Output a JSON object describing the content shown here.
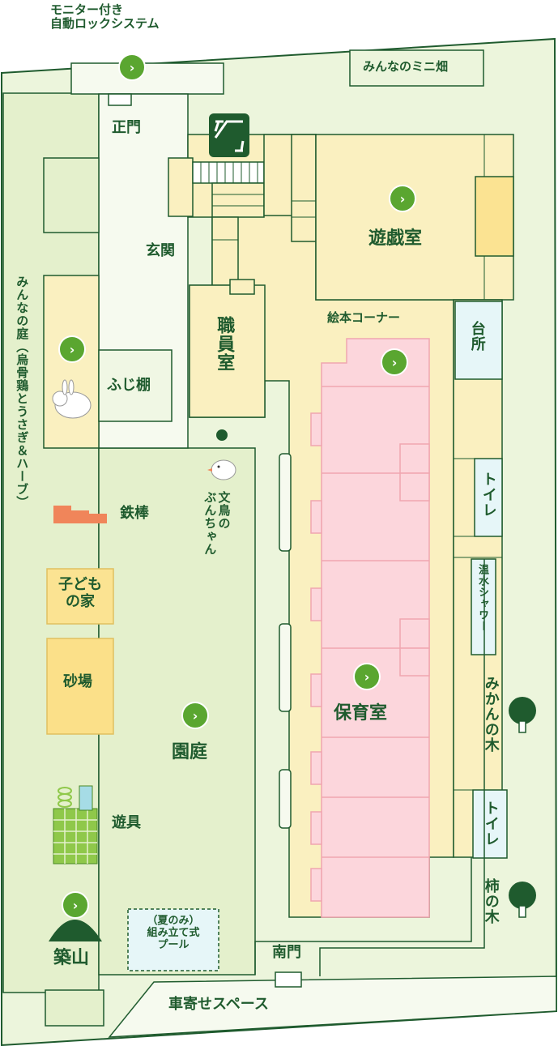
{
  "labels": {
    "autolock": "モニター付き\n自動ロックシステム",
    "seimon": "正門",
    "genkan": "玄関",
    "minna_hatake": "みんなのミニ畑",
    "yugishitsu": "遊戯室",
    "ehon_corner": "絵本コーナー",
    "daidokoro": "台所",
    "shokuinshitsu": "職員室",
    "minna_niwa": "みんなの庭（烏骨鶏とうさぎ＆ハーブ）",
    "fuji_dana": "ふじ棚",
    "buncho": "文鳥の\nぶんちゃん",
    "tetsubou": "鉄棒",
    "toilet1": "トイレ",
    "onsui_shower": "温水シャワー",
    "kodomo_ie": "子ども\nの家",
    "sunaba": "砂場",
    "hoikushitsu": "保育室",
    "mikan": "みかんの木",
    "entei": "園庭",
    "yugu": "遊具",
    "toilet2": "トイレ",
    "kaki": "柿の木",
    "pool": "（夏のみ）\n組み立て式\nプール",
    "tsukiyama": "築山",
    "minamimon": "南門",
    "kuruma_space": "車寄せスペース"
  },
  "button_glyph": "›",
  "colors": {
    "ground": "#ecf5dc",
    "garden": "#e4f0cc",
    "building": "#faf0c0",
    "room_pink": "#fcd6dc",
    "pink_line": "#f0a6b0",
    "wall": "#1f5b2e",
    "blue_room": "#e6f6f8",
    "sand": "#fbe089",
    "kids_house": "#fbe392",
    "button": "#5aa630",
    "icon_dark": "#1f5b2e",
    "bar_orange": "#f0855a"
  },
  "icons": [
    "elevator-icon",
    "rabbit-icon",
    "bird-icon",
    "tree-icon"
  ]
}
